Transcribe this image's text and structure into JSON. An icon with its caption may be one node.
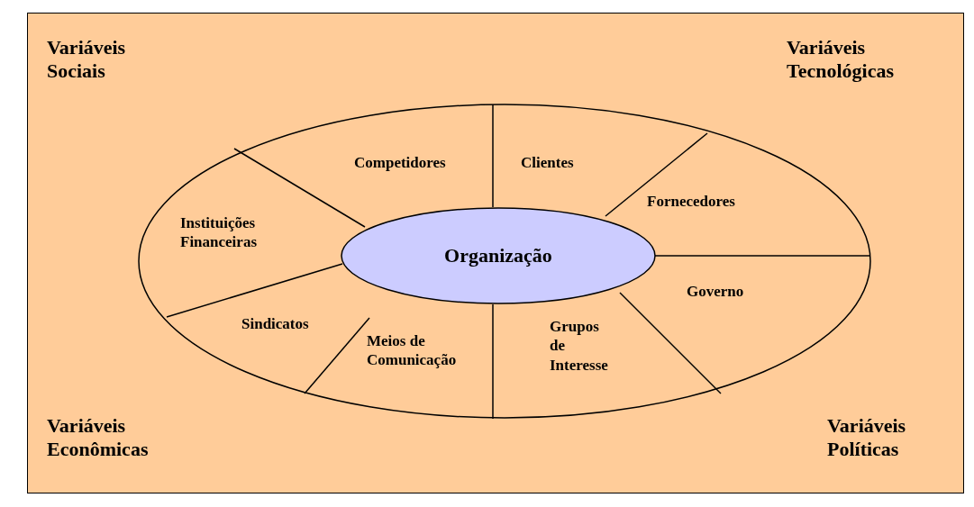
{
  "diagram": {
    "nodes": [
      {
        "text": [
          "Organização"
        ]
      }
    ],
    "labels": [
      "Variáveis Sociais",
      "Variáveis Tecnológicas",
      "Competidores",
      "Clientes",
      "Fornecedores",
      "Instituições Financeiras",
      "Governo",
      "Sindicatos",
      "Meios de Comunicação",
      "Grupos de Interesse",
      "Variáveis Econômicas",
      "Variáveis Políticas"
    ]
  }
}
